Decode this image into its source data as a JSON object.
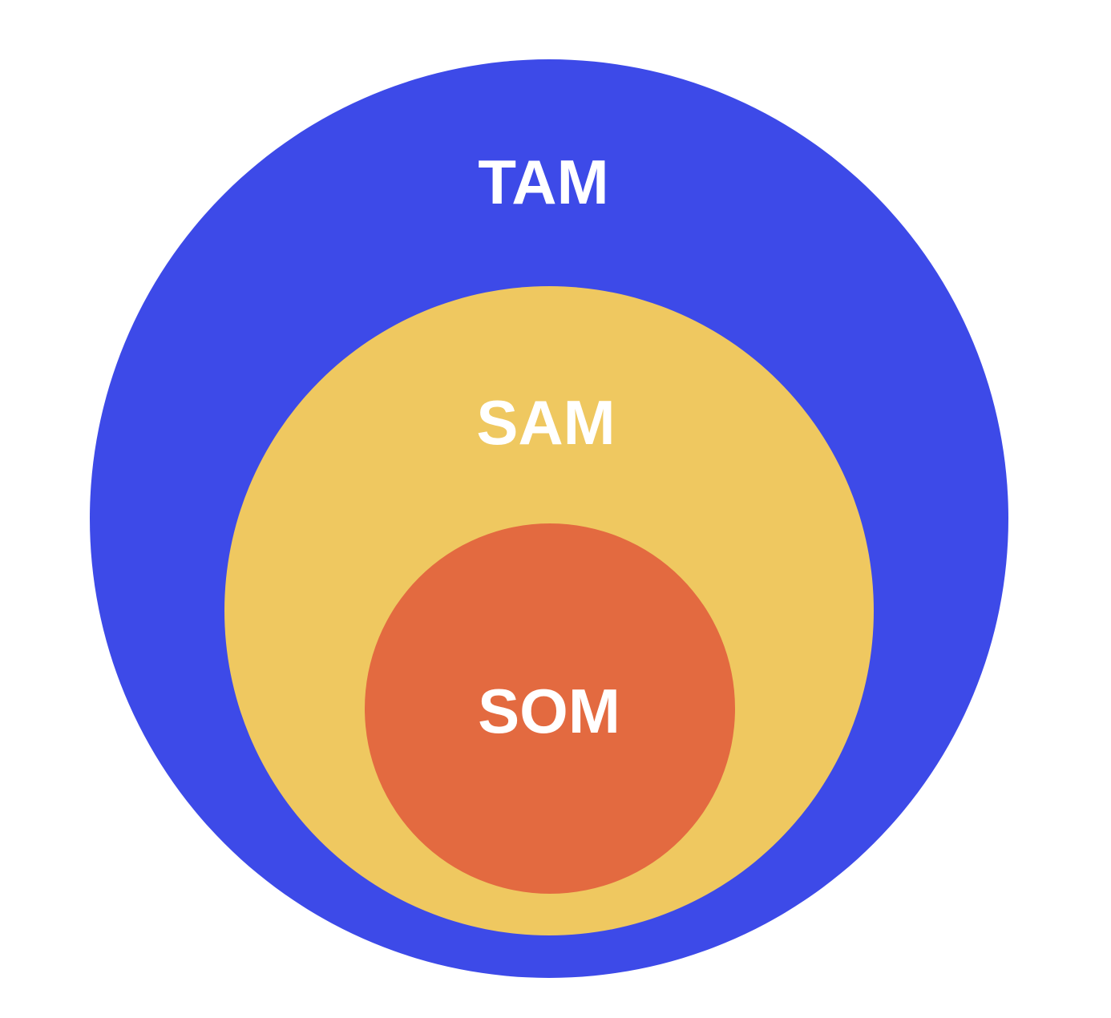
{
  "diagram": {
    "type": "nested-circles",
    "levels": [
      {
        "label": "TAM",
        "color": "#3d4ae8"
      },
      {
        "label": "SAM",
        "color": "#efc860"
      },
      {
        "label": "SOM",
        "color": "#e36a40"
      }
    ],
    "text_color": "#ffffff",
    "background": "#ffffff"
  }
}
